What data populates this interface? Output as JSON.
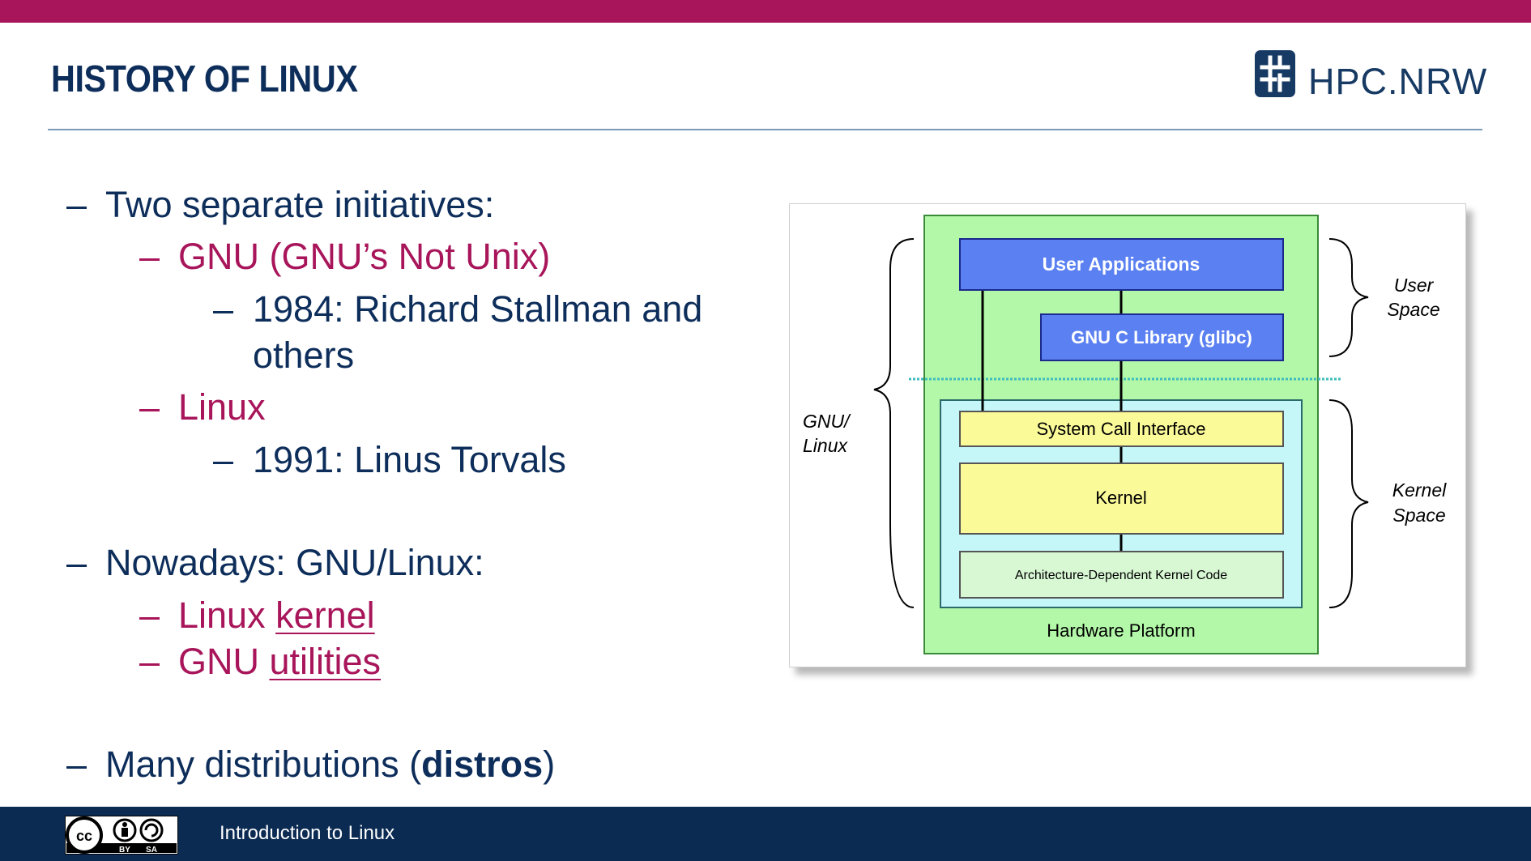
{
  "header": {
    "title": "HISTORY OF LINUX",
    "logo_text": "HPC.NRW",
    "accent_color": "#a8155a",
    "navy_color": "#0d2d5a"
  },
  "bullets": [
    {
      "text": "Two separate initiatives:",
      "level": 0,
      "style": "normal"
    },
    {
      "text": "GNU (GNU’s Not Unix)",
      "level": 1,
      "style": "accent"
    },
    {
      "text": "1984: Richard Stallman and",
      "level": 2,
      "style": "normal"
    },
    {
      "text": "others",
      "level": 2,
      "style": "continuation"
    },
    {
      "text": "Linux",
      "level": 1,
      "style": "accent"
    },
    {
      "text": "1991: Linus Torvals",
      "level": 2,
      "style": "normal"
    },
    {
      "text": "Nowadays: GNU/Linux:",
      "level": 0,
      "style": "normal"
    },
    {
      "prefix": "Linux ",
      "link": "kernel",
      "level": 1,
      "style": "accent"
    },
    {
      "prefix": "GNU ",
      "link": "utilities",
      "level": 1,
      "style": "accent"
    },
    {
      "prefix": "Many distributions (",
      "bold": "distros",
      "suffix": ")",
      "level": 0,
      "style": "normal"
    }
  ],
  "dash": "–",
  "diagram": {
    "user_applications": "User Applications",
    "glibc": "GNU C Library (glibc)",
    "syscall": "System Call Interface",
    "kernel": "Kernel",
    "arch": "Architecture-Dependent Kernel Code",
    "hardware": "Hardware Platform",
    "gnu_linux_1": "GNU/",
    "gnu_linux_2": "Linux",
    "user_space_1": "User",
    "user_space_2": "Space",
    "kernel_space_1": "Kernel",
    "kernel_space_2": "Space"
  },
  "footer": {
    "text": "Introduction to Linux",
    "license_by": "BY",
    "license_sa": "SA"
  }
}
